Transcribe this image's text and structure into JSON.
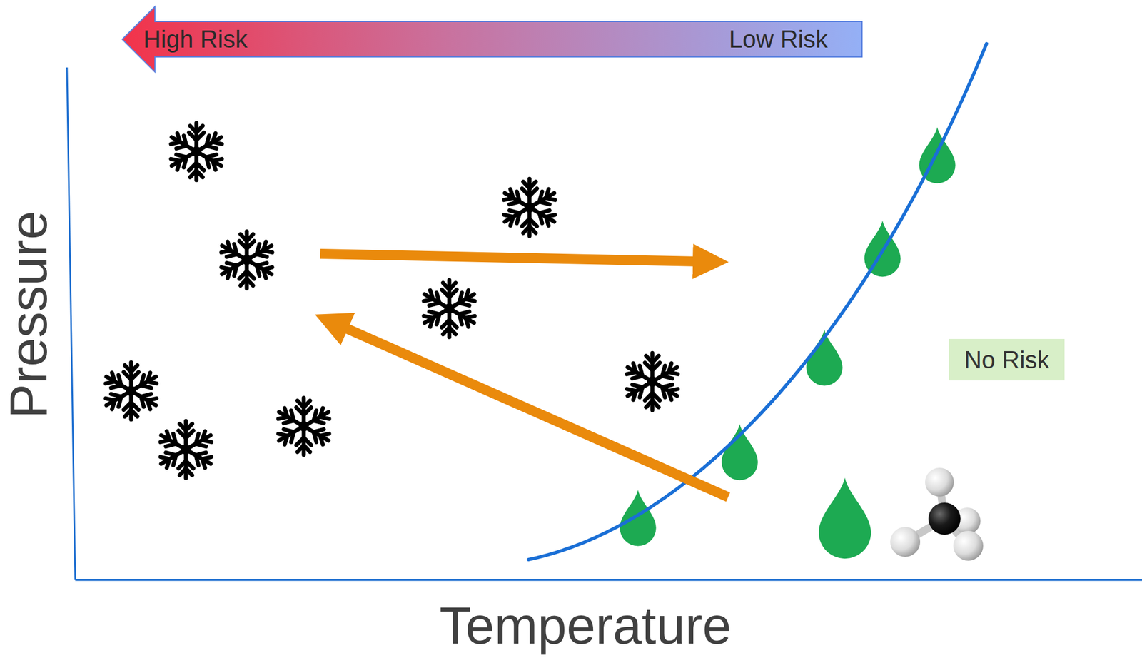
{
  "diagram": {
    "nodes": [
      {
        "text": [
          "High Risk",
          "Low Risk"
        ]
      },
      {
        "text": [
          "No Risk"
        ]
      }
    ],
    "edges": [],
    "labels": [
      "Pressure",
      "Temperature"
    ]
  }
}
